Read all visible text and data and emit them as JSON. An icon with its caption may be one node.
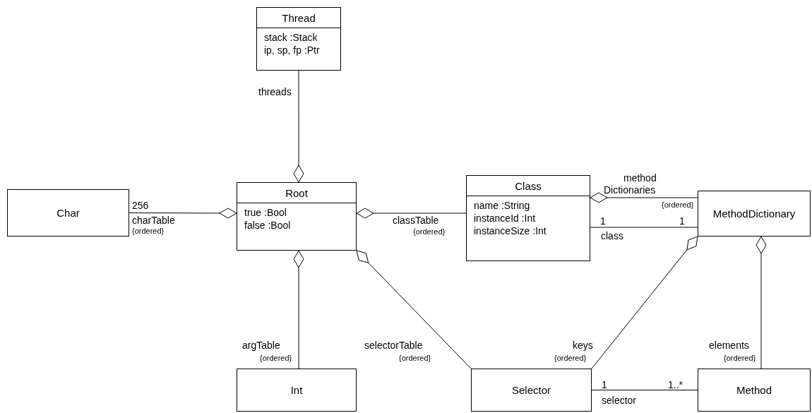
{
  "diagram": {
    "nodes": [
      {
        "text": [
          "Thread",
          "stack :Stack",
          "ip, sp, fp :Ptr"
        ]
      },
      {
        "text": [
          "Char"
        ]
      },
      {
        "text": [
          "Root",
          "true :Bool",
          "false :Bool"
        ]
      },
      {
        "text": [
          "Class",
          "name :String",
          "instanceId :Int",
          "instanceSize :Int"
        ]
      },
      {
        "text": [
          "MethodDictionary"
        ]
      },
      {
        "text": [
          "Int"
        ]
      },
      {
        "text": [
          "Selector"
        ]
      },
      {
        "text": [
          "Method"
        ]
      }
    ],
    "edges": [
      {
        "from": 2,
        "to": 0,
        "arrow": "other"
      },
      {
        "from": 2,
        "to": 1,
        "arrow": "other"
      },
      {
        "from": 2,
        "to": 3,
        "arrow": "other"
      },
      {
        "from": 2,
        "to": 5,
        "arrow": "other"
      },
      {
        "from": 2,
        "to": 6,
        "arrow": "other"
      },
      {
        "from": 3,
        "to": 4,
        "arrow": "other"
      },
      {
        "from": 3,
        "to": 4,
        "arrow": "none"
      },
      {
        "from": 4,
        "to": 6,
        "arrow": "other"
      },
      {
        "from": 4,
        "to": 7,
        "arrow": "other"
      },
      {
        "from": 6,
        "to": 7,
        "arrow": "none"
      }
    ],
    "labels": [
      "threads",
      "method",
      "Dictionaries",
      "{ordered}",
      "256",
      "charTable",
      "{ordered}",
      "classTable",
      "{ordered}",
      "1",
      "1",
      "class",
      "argTable",
      "{ordered}",
      "selectorTable",
      "{ordered}",
      "keys",
      "{ordered}",
      "elements",
      "{ordered}",
      "1",
      "1..*",
      "selector"
    ]
  }
}
